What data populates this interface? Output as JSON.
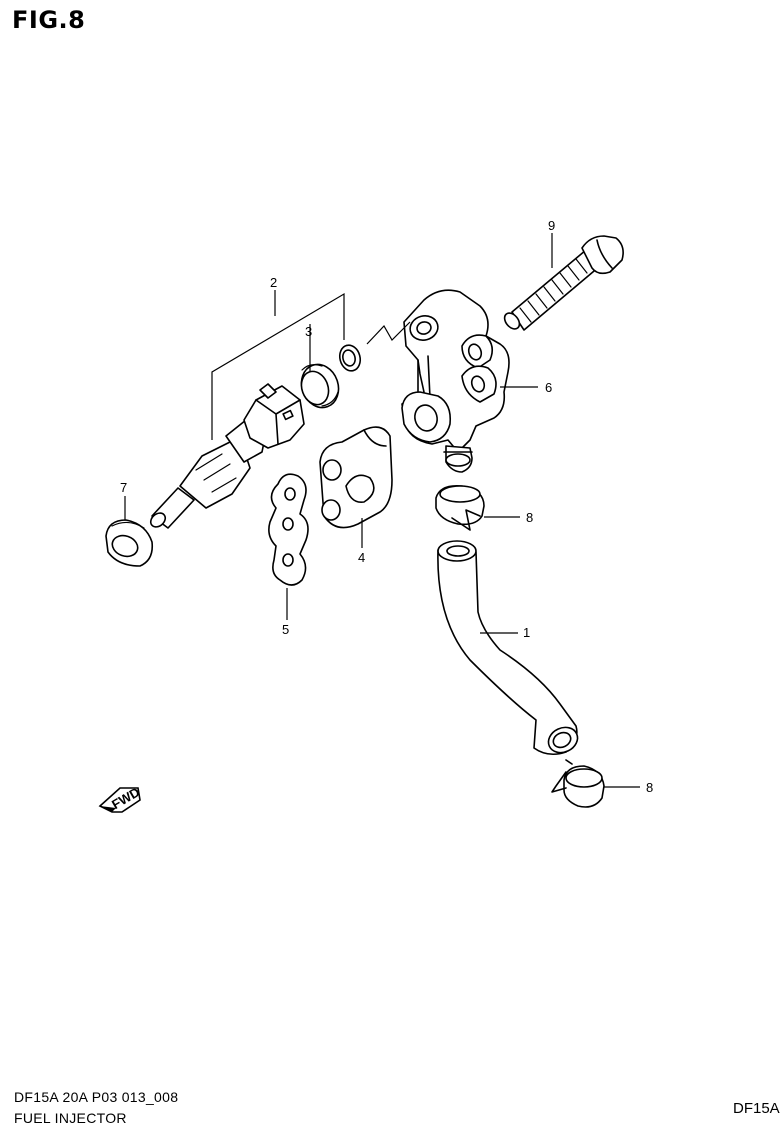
{
  "figure": {
    "title": "FIG.8",
    "model_code": "DF15A 20A P03 013_008",
    "section_name": "FUEL INJECTOR",
    "corner_code": "DF15A"
  },
  "callouts": {
    "c1": "1",
    "c2": "2",
    "c3": "3",
    "c4": "4",
    "c5": "5",
    "c6": "6",
    "c7": "7",
    "c8_top": "8",
    "c8_bottom": "8",
    "c9": "9"
  },
  "fwd_label": "FWD",
  "colors": {
    "line": "#000000",
    "background": "#ffffff"
  }
}
